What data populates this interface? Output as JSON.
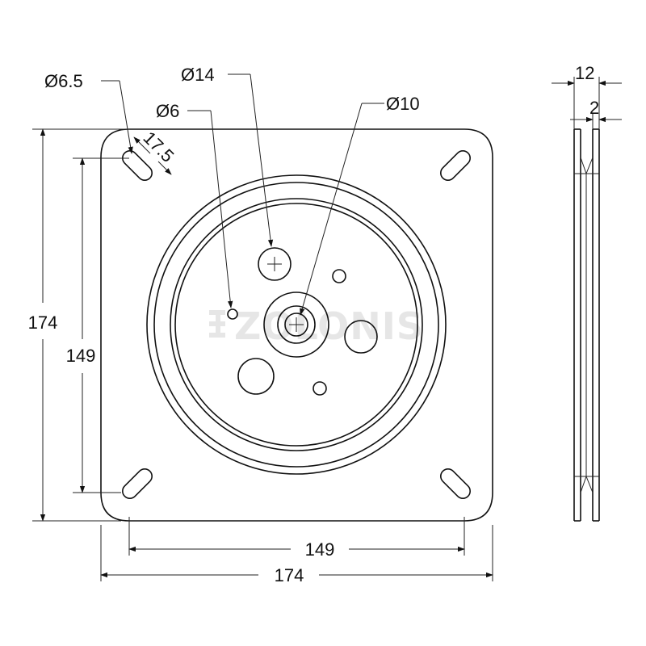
{
  "drawing": {
    "dimensions": {
      "overall_width": "174",
      "bolt_width": "149",
      "overall_height": "174",
      "bolt_height": "149",
      "slot_diameter": "Ø6.5",
      "slot_length": "17.5",
      "hole_small": "Ø6",
      "hole_medium": "Ø14",
      "hole_center": "Ø10",
      "side_thickness": "12",
      "side_plate": "2"
    },
    "watermark": "ZOLONIS",
    "colors": {
      "line": "#111111",
      "watermark": "#e6e6e6"
    }
  }
}
